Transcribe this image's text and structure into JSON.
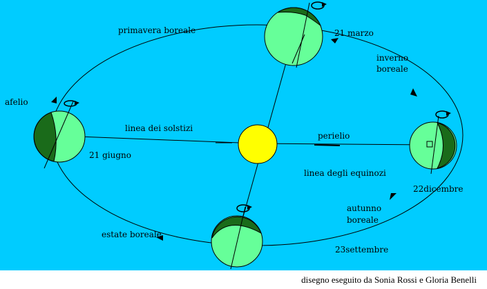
{
  "colors": {
    "background": "#00ccff",
    "sun": "#ffff00",
    "earth_light": "#66ff99",
    "earth_dark": "#1a6b1a",
    "orbit": "#000000",
    "footer": "#ffffff"
  },
  "labels": {
    "primavera": "primavera boreale",
    "marzo": "21 marzo",
    "inverno_1": "inverno",
    "inverno_2": "boreale",
    "afelio": "afelio",
    "solstizi": "linea dei solstizi",
    "perielio": "perielio",
    "giugno": "21 giugno",
    "equinozi": "linea degli equinozi",
    "dicembre": "22dicembre",
    "autunno_1": "autunno",
    "autunno_2": "boreale",
    "estate": "estate boreale",
    "settembre": "23settembre"
  },
  "footer": {
    "credit": "disegno eseguito da Sonia Rossi e Gloria Benelli"
  }
}
